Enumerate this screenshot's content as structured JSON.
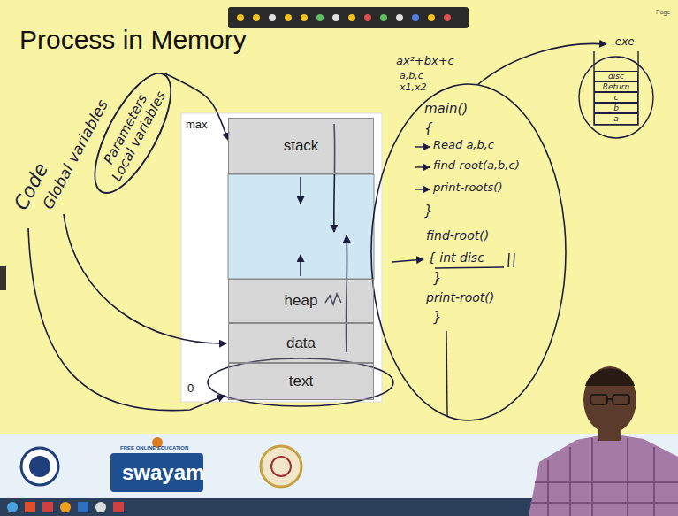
{
  "diagram": {
    "title": "Process in Memory",
    "nodes": [
      {
        "text": [
          "stack"
        ]
      },
      {
        "text": [
          "heap"
        ]
      },
      {
        "text": [
          "data"
        ]
      },
      {
        "text": [
          "text"
        ]
      },
      {
        "text": [
          "Parameters",
          "Local variables"
        ]
      },
      {
        "text": [
          "disc"
        ]
      },
      {
        "text": [
          "Return"
        ]
      },
      {
        "text": [
          "c"
        ]
      },
      {
        "text": [
          "b"
        ]
      },
      {
        "text": [
          "a"
        ]
      }
    ],
    "edges": [
      {
        "from": 4,
        "to": 0,
        "arrow": "to"
      }
    ],
    "labels": [
      "max",
      "0",
      "Code",
      "Global variables",
      "ax²+bx+c",
      "a,b,c",
      "x1,x2",
      "main()",
      "{",
      "Read a,b,c",
      "find-root(a,b,c)",
      "print-roots()",
      "}",
      "find-root()",
      "{ int disc",
      "}",
      "print-root()",
      "}",
      ".exe",
      "Page",
      "swayam",
      "FREE ONLINE EDUCATION"
    ]
  }
}
